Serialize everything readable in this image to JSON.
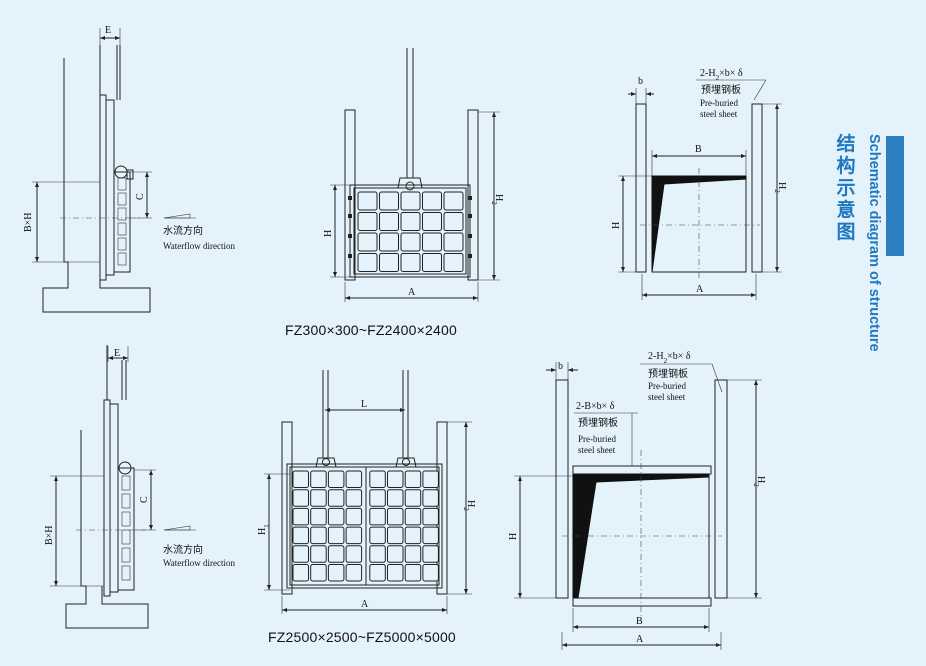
{
  "side_title": {
    "cn": "结构示意图",
    "en": "Schematic diagram of structure",
    "color": "#1f78c0",
    "bar_color": "#2d7fc1"
  },
  "captions": {
    "top": "FZ300×300~FZ2400×2400",
    "bottom": "FZ2500×2500~FZ5000×5000"
  },
  "top_side_view": {
    "dim_E": "E",
    "dim_BH": "B×H",
    "dim_C": "C",
    "flow_cn": "水流方向",
    "flow_en": "Waterflow direction"
  },
  "top_front_view": {
    "dim_H": "H",
    "dim_H2": "H",
    "dim_H2_sub": "2",
    "dim_A": "A"
  },
  "top_rear_view": {
    "dim_b": "b",
    "dim_B": "B",
    "dim_H": "H",
    "dim_H2": "H",
    "dim_H2_sub": "2",
    "dim_A": "A",
    "plate_pre": "2-H",
    "plate_sub": "2",
    "plate_post": "×b× δ",
    "plate_cn": "预埋钢板",
    "plate_en_1": "Pre-buried",
    "plate_en_2": "steel sheet"
  },
  "bottom_side_view": {
    "dim_E": "E",
    "dim_BH": "B×H",
    "dim_C": "C",
    "flow_cn": "水流方向",
    "flow_en": "Waterflow direction"
  },
  "bottom_front_view": {
    "dim_L": "L",
    "dim_H1": "H",
    "dim_H1_sub": "1",
    "dim_H2": "H",
    "dim_H2_sub": "2",
    "dim_A": "A"
  },
  "bottom_rear_view": {
    "dim_b": "b",
    "dim_B": "B",
    "dim_H": "H",
    "dim_H2": "H",
    "dim_H2_sub": "2",
    "dim_A": "A",
    "plate1_pre": "2-H",
    "plate1_sub": "2",
    "plate1_post": "×b× δ",
    "plate1_cn": "预埋钢板",
    "plate1_en_1": "Pre-buried",
    "plate1_en_2": "steel sheet",
    "plate2_text": "2-B×b× δ",
    "plate2_cn": "预埋钢板",
    "plate2_en_1": "Pre-buried",
    "plate2_en_2": "steel sheet"
  }
}
